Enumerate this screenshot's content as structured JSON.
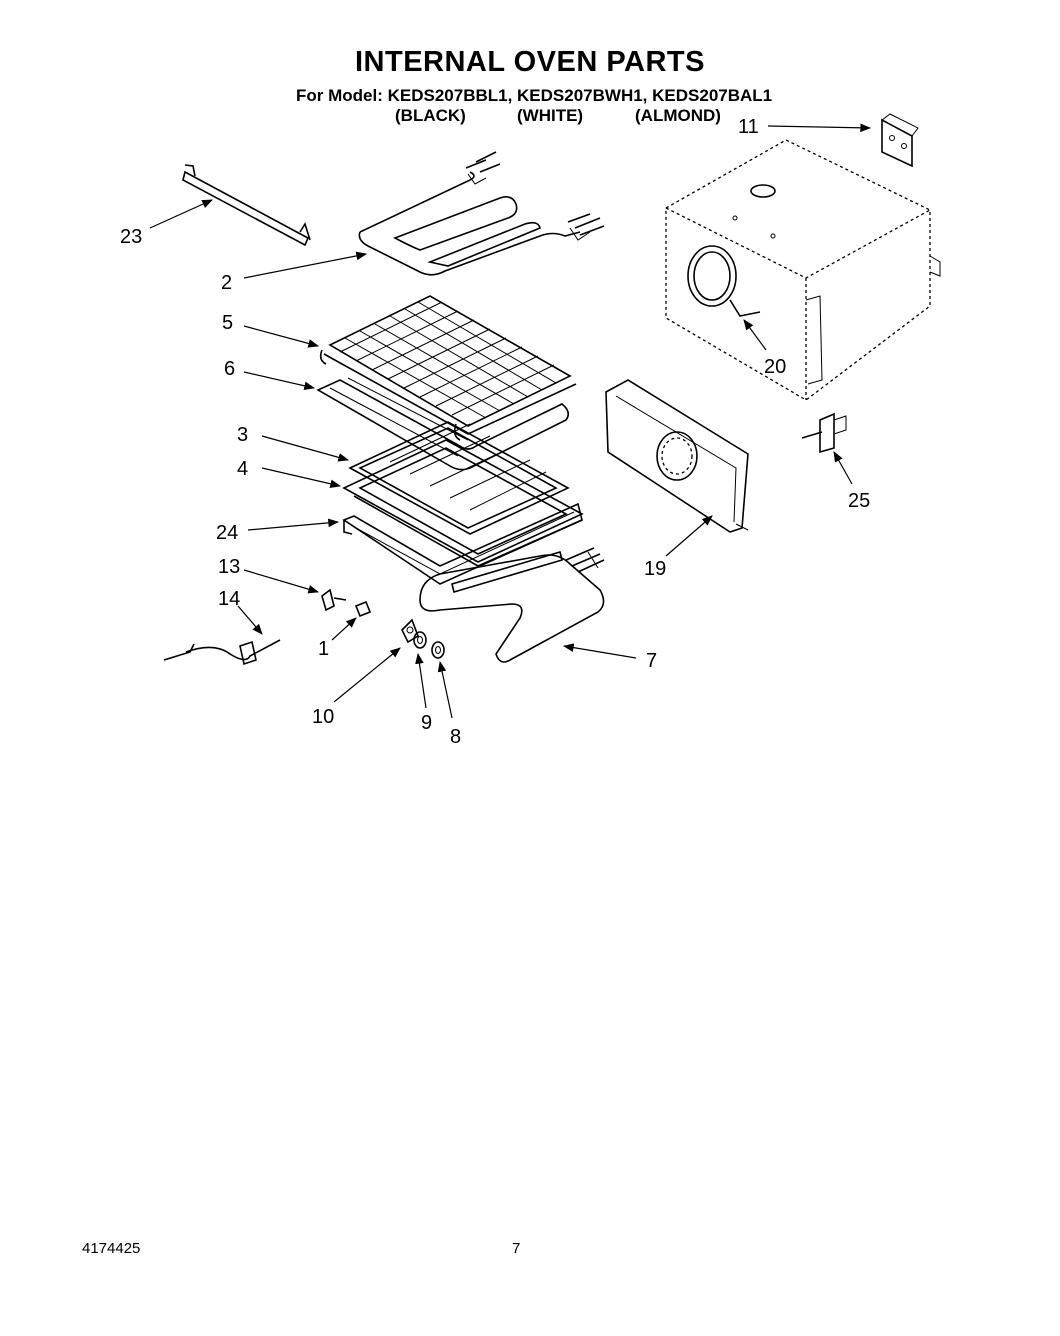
{
  "title": "INTERNAL OVEN PARTS",
  "model_line": "For Model: KEDS207BBL1, KEDS207BWH1, KEDS207BAL1",
  "colors": [
    "(BLACK)",
    "(WHITE)",
    "(ALMOND)"
  ],
  "callouts": {
    "c11": "11",
    "c23": "23",
    "c2": "2",
    "c5": "5",
    "c6": "6",
    "c3": "3",
    "c4": "4",
    "c24": "24",
    "c13": "13",
    "c14": "14",
    "c1": "1",
    "c10": "10",
    "c9": "9",
    "c8": "8",
    "c7": "7",
    "c19": "19",
    "c20": "20",
    "c25": "25"
  },
  "footer": {
    "doc_number": "4174425",
    "page_number": "7"
  }
}
